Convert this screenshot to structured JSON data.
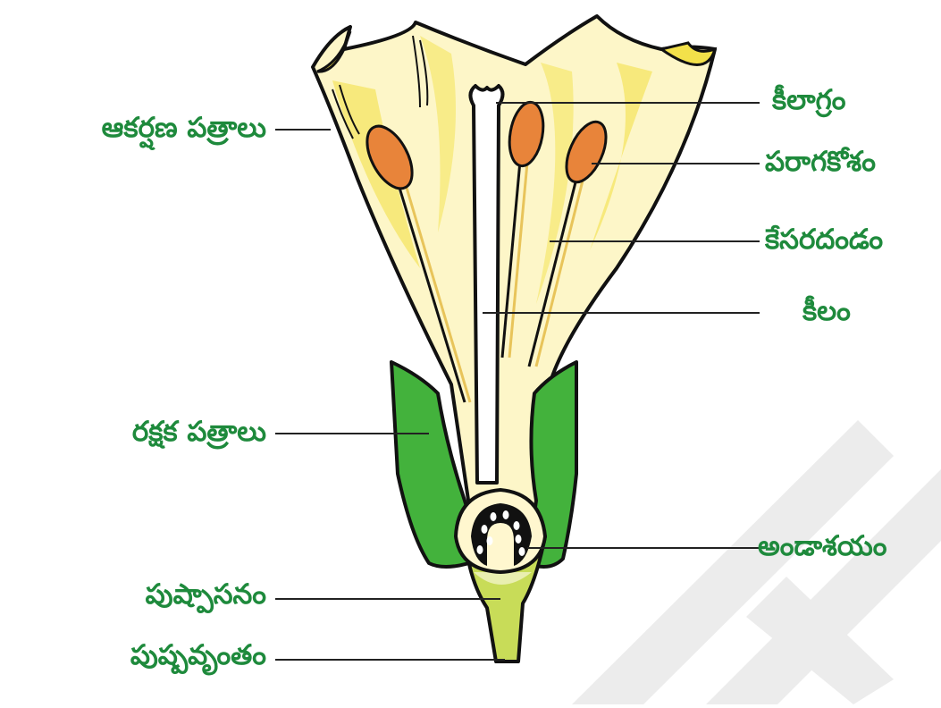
{
  "labels": {
    "petals": "ఆకర్షణ పత్రాలు",
    "stigma": "కీలాగ్రం",
    "anther": "పరాగకోశం",
    "filament": "కేసరదండం",
    "style": "కీలం",
    "sepals": "రక్షక పత్రాలు",
    "ovary": "అండాశయం",
    "receptacle": "పుష్పాసనం",
    "pedicel": "పుష్పవృంతం"
  },
  "colors": {
    "label_text": "#1e8a3c",
    "leader_line": "#222222",
    "outline": "#111111",
    "petal_fill": "#fdf6c8",
    "petal_shade": "#f3e14a",
    "sepal_fill": "#43b23c",
    "stalk_fill": "#c8dc58",
    "anther_fill": "#e8843a",
    "watermark": "#ececec"
  }
}
